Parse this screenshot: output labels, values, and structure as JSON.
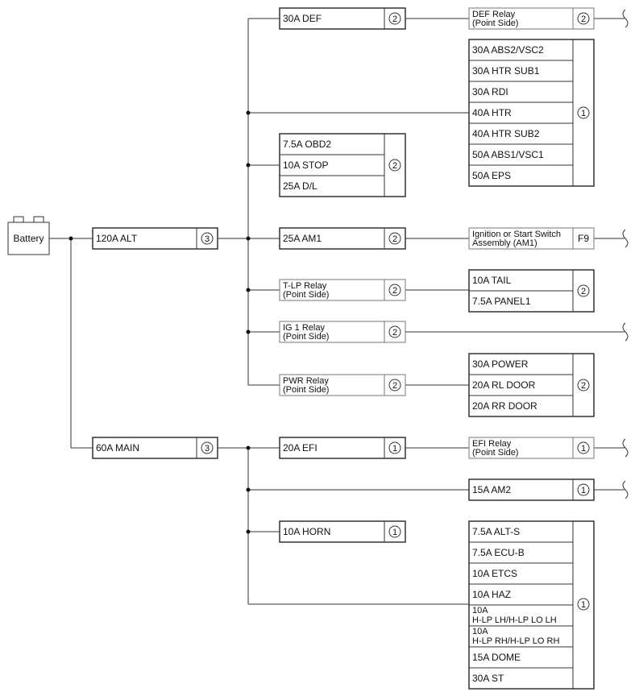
{
  "battery": {
    "label": "Battery"
  },
  "circled": {
    "one": "1",
    "two": "2",
    "three": "3"
  },
  "main_fuses": {
    "alt": "120A ALT",
    "main": "60A MAIN"
  },
  "alt_branch": {
    "def": "30A DEF",
    "obd2": "7.5A OBD2",
    "stop": "10A STOP",
    "dl": "25A D/L",
    "am1": "25A AM1",
    "tlp_relay": [
      "T-LP Relay",
      "(Point Side)"
    ],
    "ig1_relay": [
      "IG 1 Relay",
      "(Point Side)"
    ],
    "pwr_relay": [
      "PWR Relay",
      "(Point Side)"
    ]
  },
  "main_branch": {
    "efi": "20A EFI",
    "horn": "10A HORN"
  },
  "right_side": {
    "def_relay": [
      "DEF Relay",
      "(Point Side)"
    ],
    "group1": [
      "30A ABS2/VSC2",
      "30A HTR SUB1",
      "30A RDI",
      "40A HTR",
      "40A HTR SUB2",
      "50A ABS1/VSC1",
      "50A EPS"
    ],
    "ign_switch": [
      "Ignition or Start Switch",
      "Assembly (AM1)"
    ],
    "ign_conn": "F9",
    "group_tail": [
      "10A TAIL",
      "7.5A PANEL1"
    ],
    "group_power": [
      "30A POWER",
      "20A RL DOOR",
      "20A RR DOOR"
    ],
    "efi_relay": [
      "EFI Relay",
      "(Point Side)"
    ],
    "am2": "15A AM2",
    "group_last": [
      "7.5A ALT-S",
      "7.5A ECU-B",
      "10A ETCS",
      "10A HAZ",
      "10A",
      "H-LP LH/H-LP LO LH",
      "10A",
      "H-LP RH/H-LP LO RH",
      "15A DOME",
      "30A ST"
    ]
  }
}
